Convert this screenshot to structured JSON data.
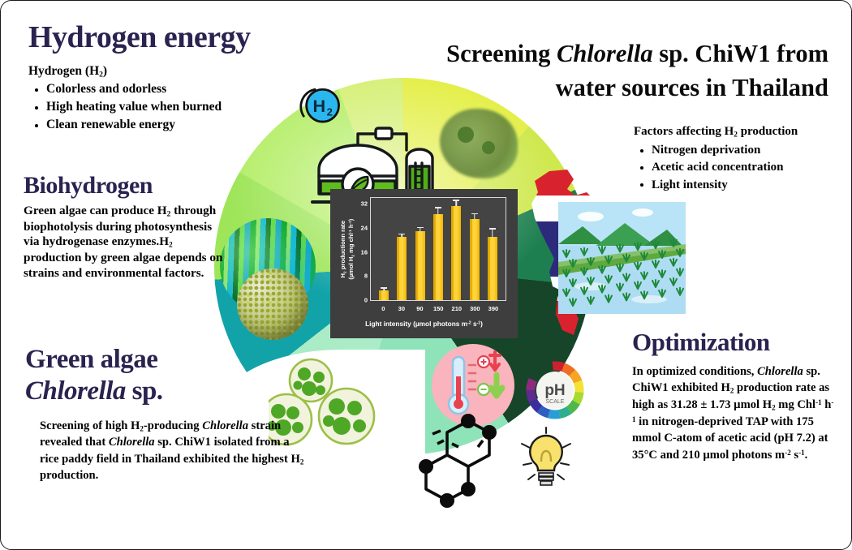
{
  "poster": {
    "title_main": "Screening Chlorella sp. ChiW1 from water sources in Thailand",
    "border_color": "#1a1a1a",
    "heading_color": "#2a2350"
  },
  "hydrogen_energy": {
    "title": "Hydrogen energy",
    "subtitle_prefix": "Hydrogen (H",
    "subtitle_sub": "2",
    "subtitle_suffix": ")",
    "bullets": [
      "Colorless and odorless",
      "High heating value when burned",
      "Clean renewable energy"
    ]
  },
  "main_title": {
    "line1_part1": "Screening ",
    "line1_italic": "Chlorella",
    "line1_part2": " sp. ChiW1 from",
    "line2": "water sources in Thailand"
  },
  "factors": {
    "header_prefix": "Factors affecting H",
    "header_sub": "2",
    "header_suffix": " production",
    "bullets": [
      "Nitrogen deprivation",
      "Acetic acid concentration",
      "Light intensity"
    ]
  },
  "biohydrogen": {
    "title": "Biohydrogen",
    "paragraph": "Green algae can produce H2 through biophotolysis during photosynthesis via hydrogenase enzymes.H2 production by green algae depends on strains and environmental factors."
  },
  "green_algae": {
    "title_line1": "Green algae",
    "title_line2_italic": "Chlorella",
    "title_line2_rest": " sp.",
    "paragraph": "Screening of high H2-producing Chlorella strain revealed that Chlorella sp. ChiW1 isolated from a rice paddy field in Thailand exhibited the highest  H2 production."
  },
  "optimization": {
    "title": "Optimization",
    "paragraph": "In optimized conditions, Chlorella sp. ChiW1 exhibited H2 production rate as high as 31.28 ± 1.73 µmol H2 mg Chl-1 h-1 in nitrogen-deprived TAP with 175 mmol C-atom of acetic acid (pH 7.2) at 35°C and 210 µmol photons m-2 s-1.",
    "value": "31.28 ± 1.73",
    "unit": "µmol H2 mg Chl-1 h-1",
    "acetic_acid": "175 mmol C-atom",
    "ph": "7.2",
    "temperature": "35°C",
    "light": "210 µmol photons m-2 s-1"
  },
  "icons": {
    "h2_badge": "H",
    "h2_badge_sub": "2",
    "ph_label": "pH",
    "ph_sublabel": "SCALE"
  },
  "chart_data": {
    "type": "bar",
    "title": "",
    "xlabel": "Light intensity (µmol photons m-2 s-1)",
    "ylabel": "H2 productionn rate (µmol H2 mg chl-1 h-1)",
    "ylabel_line1": "H2 productionn rate",
    "ylabel_line2": "(µmol H2 mg chl-1 h-1)",
    "categories": [
      "0",
      "30",
      "90",
      "150",
      "210",
      "300",
      "390"
    ],
    "values": [
      3.3,
      21.0,
      23.0,
      28.5,
      31.3,
      27.0,
      21.0
    ],
    "errors": [
      0.5,
      0.8,
      1.0,
      2.0,
      1.7,
      1.5,
      2.5
    ],
    "yticks": [
      0,
      8,
      16,
      24,
      32
    ],
    "ylim": [
      0,
      34
    ],
    "grid": false,
    "legend": "none",
    "bar_color": "#ffd43b",
    "panel_color": "#3e3e3e"
  }
}
